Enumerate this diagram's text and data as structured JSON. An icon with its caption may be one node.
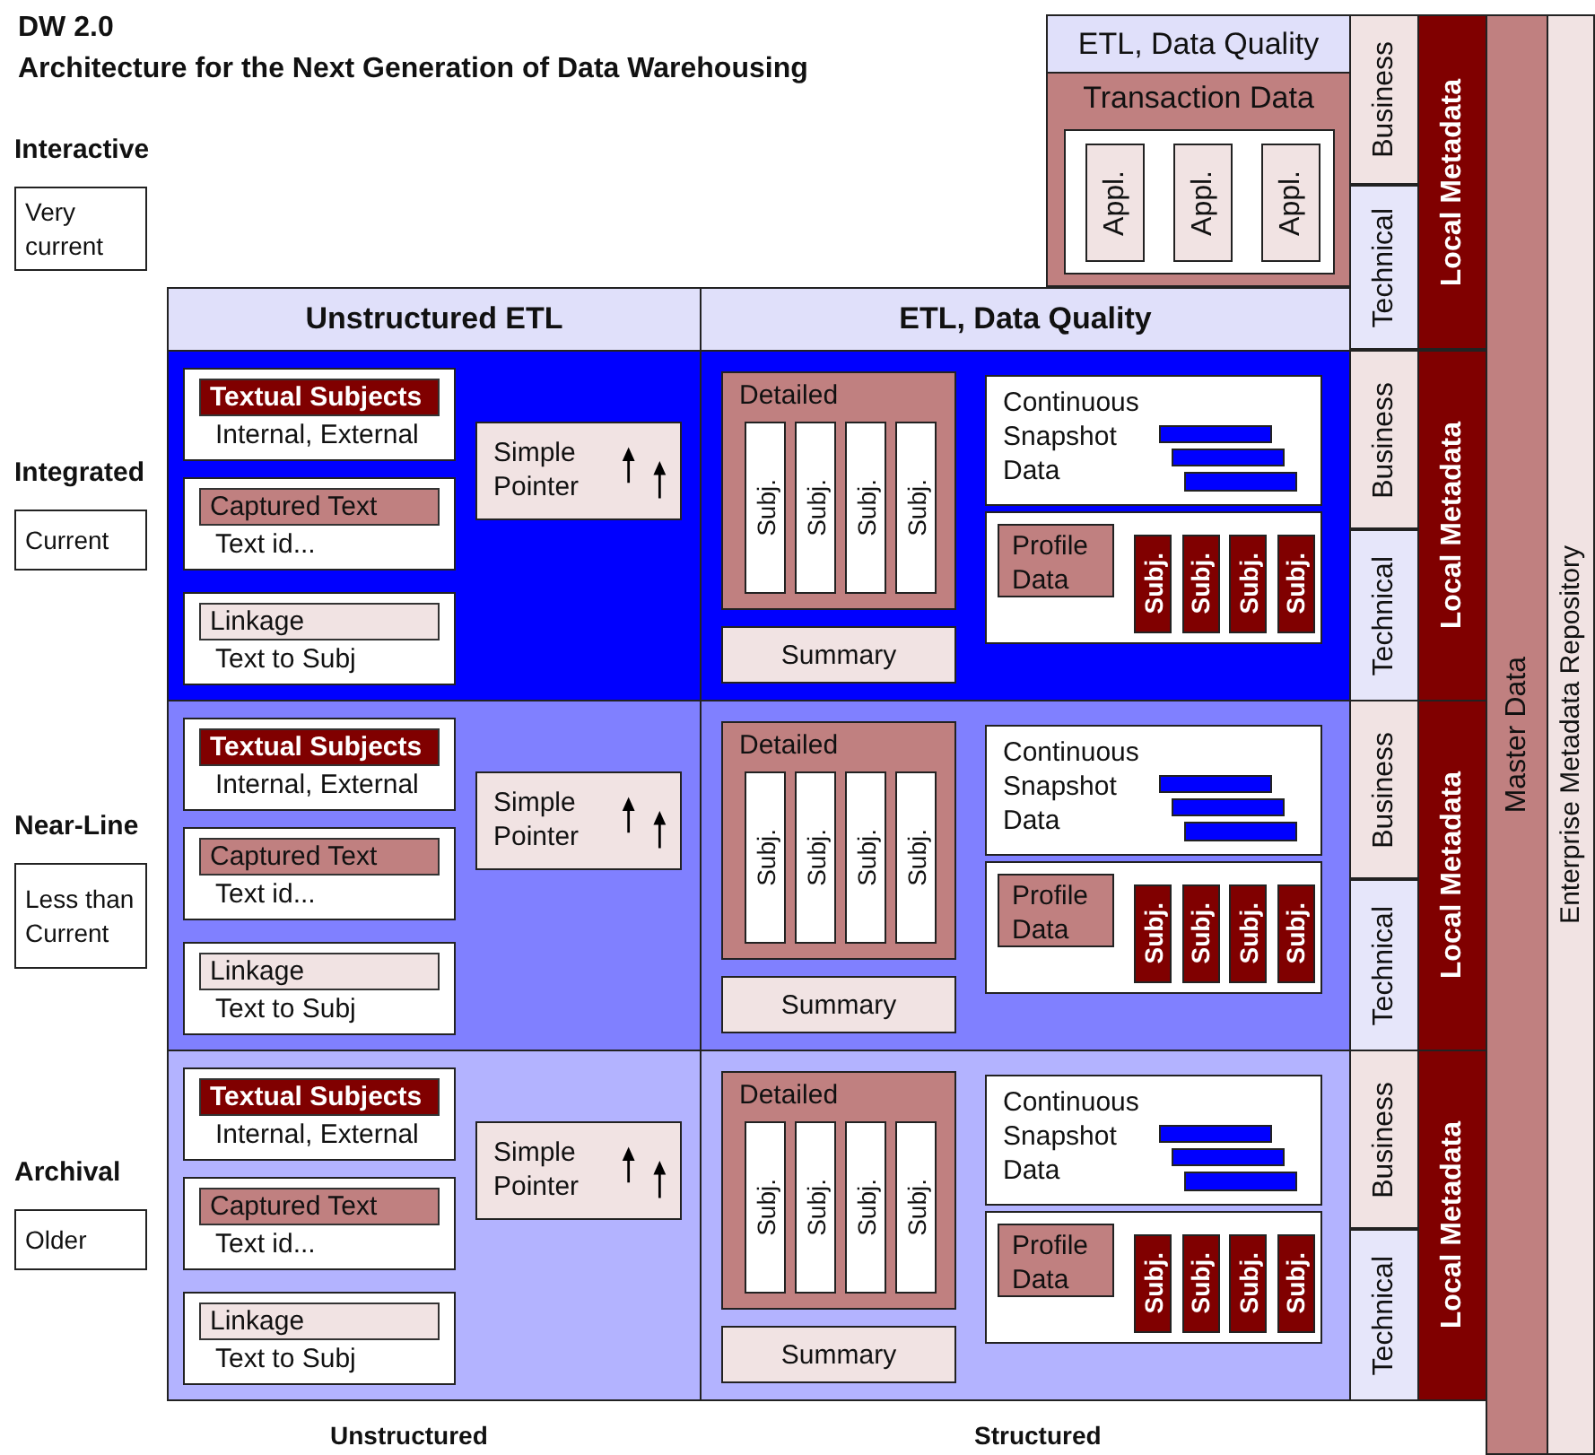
{
  "diagram": {
    "title": "DW 2.0",
    "nodes": [
      {
        "text": [
          "Interactive",
          "Very current"
        ]
      },
      {
        "text": [
          "Integrated",
          "Current"
        ]
      },
      {
        "text": [
          "Near-Line",
          "Less than Current"
        ]
      },
      {
        "text": [
          "Archival",
          "Older"
        ]
      },
      {
        "text": [
          "ETL, Data Quality"
        ]
      },
      {
        "text": [
          "Transaction Data"
        ]
      },
      {
        "text": [],
        "shape": "box",
        "in": 5
      },
      {
        "text": [
          "Appl."
        ],
        "in": 6
      },
      {
        "text": [
          "Appl."
        ],
        "in": 6
      },
      {
        "text": [
          "Appl."
        ],
        "in": 6
      },
      {
        "text": [
          "Business"
        ]
      },
      {
        "text": [
          "Technical"
        ]
      },
      {
        "text": [
          "Local Metadata"
        ]
      },
      {
        "text": [
          "Unstructured ETL"
        ]
      },
      {
        "text": [
          "ETL, Data Quality"
        ]
      },
      {
        "text": [],
        "shape": "box"
      },
      {
        "text": [
          "Textual Subjects",
          "Internal, External"
        ],
        "in": 15
      },
      {
        "text": [
          "Captured Text",
          "Text id..."
        ],
        "in": 15
      },
      {
        "text": [
          "Linkage",
          "Text to Subj"
        ],
        "in": 15
      },
      {
        "text": [
          "Simple Pointer"
        ],
        "in": 15
      },
      {
        "text": [],
        "shape": "box"
      },
      {
        "text": [
          "Detailed"
        ],
        "in": 20
      },
      {
        "text": [
          "Subj."
        ],
        "in": 21
      },
      {
        "text": [
          "Subj."
        ],
        "in": 21
      },
      {
        "text": [
          "Subj."
        ],
        "in": 21
      },
      {
        "text": [
          "Subj."
        ],
        "in": 21
      },
      {
        "text": [
          "Summary"
        ],
        "in": 20
      },
      {
        "text": [
          "Continuous Snapshot Data"
        ],
        "in": 20
      },
      {
        "text": [],
        "shape": "box",
        "in": 20
      },
      {
        "text": [
          "Profile Data"
        ],
        "in": 28
      },
      {
        "text": [
          "Subj."
        ],
        "in": 28
      },
      {
        "text": [
          "Subj."
        ],
        "in": 28
      },
      {
        "text": [
          "Subj."
        ],
        "in": 28
      },
      {
        "text": [
          "Subj."
        ],
        "in": 28
      },
      {
        "text": [
          "Business"
        ]
      },
      {
        "text": [
          "Technical"
        ]
      },
      {
        "text": [
          "Local Metadata"
        ]
      },
      {
        "text": [],
        "shape": "box"
      },
      {
        "text": [
          "Textual Subjects",
          "Internal, External"
        ],
        "in": 37
      },
      {
        "text": [
          "Captured Text",
          "Text id..."
        ],
        "in": 37
      },
      {
        "text": [
          "Linkage",
          "Text to Subj"
        ],
        "in": 37
      },
      {
        "text": [
          "Simple Pointer"
        ],
        "in": 37
      },
      {
        "text": [],
        "shape": "box"
      },
      {
        "text": [
          "Detailed"
        ],
        "in": 42
      },
      {
        "text": [
          "Subj."
        ],
        "in": 43
      },
      {
        "text": [
          "Subj."
        ],
        "in": 43
      },
      {
        "text": [
          "Subj."
        ],
        "in": 43
      },
      {
        "text": [
          "Subj."
        ],
        "in": 43
      },
      {
        "text": [
          "Summary"
        ],
        "in": 42
      },
      {
        "text": [
          "Continuous Snapshot Data"
        ],
        "in": 42
      },
      {
        "text": [],
        "shape": "box",
        "in": 42
      },
      {
        "text": [
          "Profile Data"
        ],
        "in": 50
      },
      {
        "text": [
          "Subj."
        ],
        "in": 50
      },
      {
        "text": [
          "Subj."
        ],
        "in": 50
      },
      {
        "text": [
          "Subj."
        ],
        "in": 50
      },
      {
        "text": [
          "Subj."
        ],
        "in": 50
      },
      {
        "text": [
          "Business"
        ]
      },
      {
        "text": [
          "Technical"
        ]
      },
      {
        "text": [
          "Local Metadata"
        ]
      },
      {
        "text": [],
        "shape": "box"
      },
      {
        "text": [
          "Textual Subjects",
          "Internal, External"
        ],
        "in": 59
      },
      {
        "text": [
          "Captured Text",
          "Text id..."
        ],
        "in": 59
      },
      {
        "text": [
          "Linkage",
          "Text to Subj"
        ],
        "in": 59
      },
      {
        "text": [
          "Simple Pointer"
        ],
        "in": 59
      },
      {
        "text": [],
        "shape": "box"
      },
      {
        "text": [
          "Detailed"
        ],
        "in": 64
      },
      {
        "text": [
          "Subj."
        ],
        "in": 65
      },
      {
        "text": [
          "Subj."
        ],
        "in": 65
      },
      {
        "text": [
          "Subj."
        ],
        "in": 65
      },
      {
        "text": [
          "Subj."
        ],
        "in": 65
      },
      {
        "text": [
          "Summary"
        ],
        "in": 64
      },
      {
        "text": [
          "Continuous Snapshot Data"
        ],
        "in": 64
      },
      {
        "text": [],
        "shape": "box",
        "in": 64
      },
      {
        "text": [
          "Profile Data"
        ],
        "in": 72
      },
      {
        "text": [
          "Subj."
        ],
        "in": 72
      },
      {
        "text": [
          "Subj."
        ],
        "in": 72
      },
      {
        "text": [
          "Subj."
        ],
        "in": 72
      },
      {
        "text": [
          "Subj."
        ],
        "in": 72
      },
      {
        "text": [
          "Business"
        ]
      },
      {
        "text": [
          "Technical"
        ]
      },
      {
        "text": [
          "Local Metadata"
        ]
      },
      {
        "text": [
          "Master Data"
        ]
      },
      {
        "text": [
          "Enterprise Metadata Repository"
        ]
      }
    ],
    "labels": [
      "Architecture for the Next Generation of Data Warehousing",
      "Unstructured",
      "Structured"
    ]
  }
}
